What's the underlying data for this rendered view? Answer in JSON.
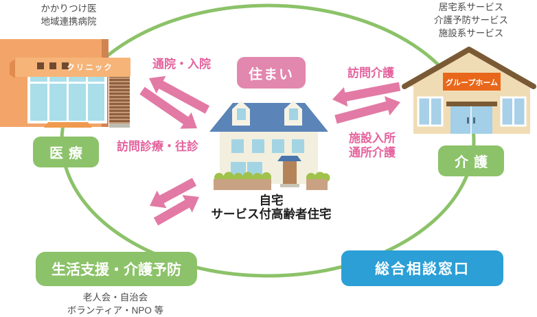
{
  "notes": {
    "top_left": {
      "line1": "かかりつけ医",
      "line2": "地域連携病院"
    },
    "top_right": {
      "line1": "居宅系サービス",
      "line2": "介護予防サービス",
      "line3": "施設系サービス"
    },
    "bottom_left": {
      "line1": "老人会・自治会",
      "line2": "ボランティア・NPO 等"
    }
  },
  "nodes": {
    "sumai": {
      "label": "住まい",
      "color": "#e287ae"
    },
    "iryo": {
      "label": "医療",
      "color": "#8cc269"
    },
    "kaigo": {
      "label": "介護",
      "color": "#8cc269"
    },
    "seikatsu_shien": {
      "label": "生活支援・介護予防",
      "color": "#8cc269"
    },
    "sogo_sodan": {
      "label": "総合相談窓口",
      "color": "#2b9fd6"
    }
  },
  "buildings": {
    "clinic": {
      "sign": "クリニック"
    },
    "group_home": {
      "sign": "グループホーム"
    },
    "house": {
      "caption_line1": "自宅",
      "caption_line2": "サービス付高齢者住宅"
    }
  },
  "arrow_labels": {
    "tsuin_nyuin": "通院・入院",
    "homon_shinryo_oshin": "訪問診療・往診",
    "homon_kaigo": "訪問介護",
    "shisetsu_nyusho": "施設入所",
    "tsusho_kaigo": "通所介護"
  },
  "colors": {
    "ellipse": "#8cc269",
    "arrow": "#e27aa5",
    "pink_text": "#e4639d",
    "note_text": "#4a4a4a"
  }
}
